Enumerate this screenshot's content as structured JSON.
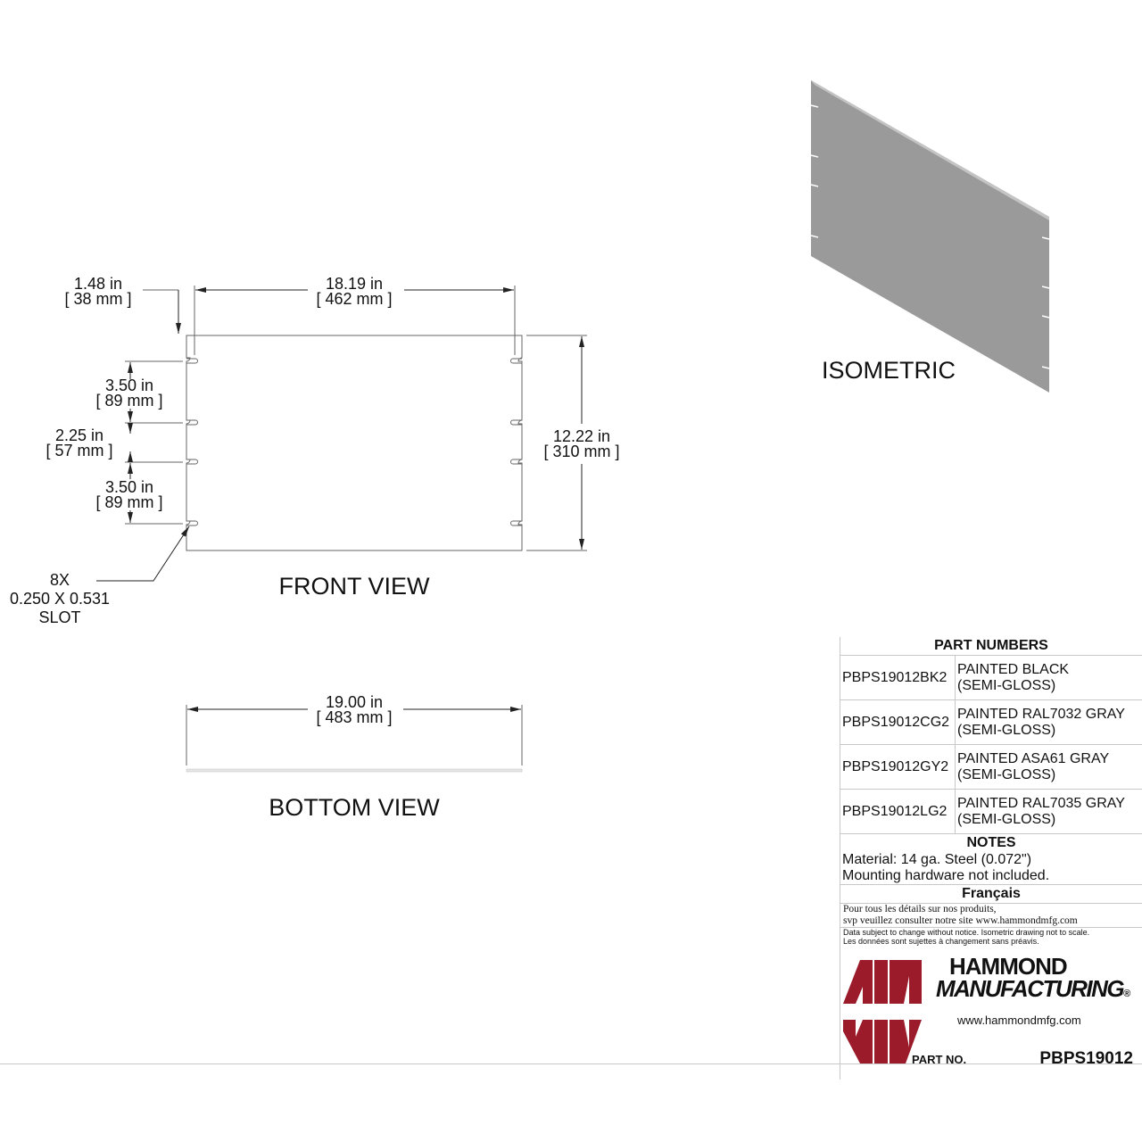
{
  "front_view": {
    "title": "FRONT VIEW",
    "dims": {
      "offset": {
        "in": "1.48 in",
        "mm": "[ 38 mm ]"
      },
      "width": {
        "in": "18.19 in",
        "mm": "[ 462 mm ]"
      },
      "height": {
        "in": "12.22 in",
        "mm": "[ 310 mm ]"
      },
      "top_spacing": {
        "in": "3.50 in",
        "mm": "[ 89 mm ]"
      },
      "mid_spacing": {
        "in": "2.25 in",
        "mm": "[ 57 mm ]"
      },
      "bottom_spacing": {
        "in": "3.50 in",
        "mm": "[ 89 mm ]"
      }
    },
    "slot_callout": [
      "8X",
      "0.250 X 0.531",
      "SLOT"
    ]
  },
  "bottom_view": {
    "title": "BOTTOM VIEW",
    "width": {
      "in": "19.00 in",
      "mm": "[ 483 mm ]"
    }
  },
  "isometric": {
    "title": "ISOMETRIC",
    "panel_color": "#9a9a9a"
  },
  "part_numbers": {
    "title": "PART NUMBERS",
    "rows": [
      {
        "code": "PBPS19012BK2",
        "desc": "PAINTED BLACK\n(SEMI-GLOSS)"
      },
      {
        "code": "PBPS19012CG2",
        "desc": "PAINTED RAL7032 GRAY\n(SEMI-GLOSS)"
      },
      {
        "code": "PBPS19012GY2",
        "desc": "PAINTED ASA61 GRAY\n(SEMI-GLOSS)"
      },
      {
        "code": "PBPS19012LG2",
        "desc": "PAINTED RAL7035 GRAY\n(SEMI-GLOSS)"
      }
    ]
  },
  "notes": {
    "title": "NOTES",
    "lines": [
      "Material: 14 ga. Steel (0.072\")",
      "Mounting hardware not included."
    ]
  },
  "francais": {
    "title": "Français",
    "lines": [
      "Pour tous les détails sur nos produits,",
      "svp veuillez consulter notre site www.hammondmfg.com"
    ],
    "disclaimer": [
      "Data subject to change without notice. Isometric drawing not to scale.",
      "Les données sont sujettes à changement sans préavis."
    ]
  },
  "brand": {
    "name_line1": "HAMMOND",
    "name_line2": "MANUFACTURING",
    "registered": "®",
    "website": "www.hammondmfg.com",
    "part_no_label": "PART NO.",
    "part_no": "PBPS19012",
    "logo_color": "#9b1b2a"
  }
}
